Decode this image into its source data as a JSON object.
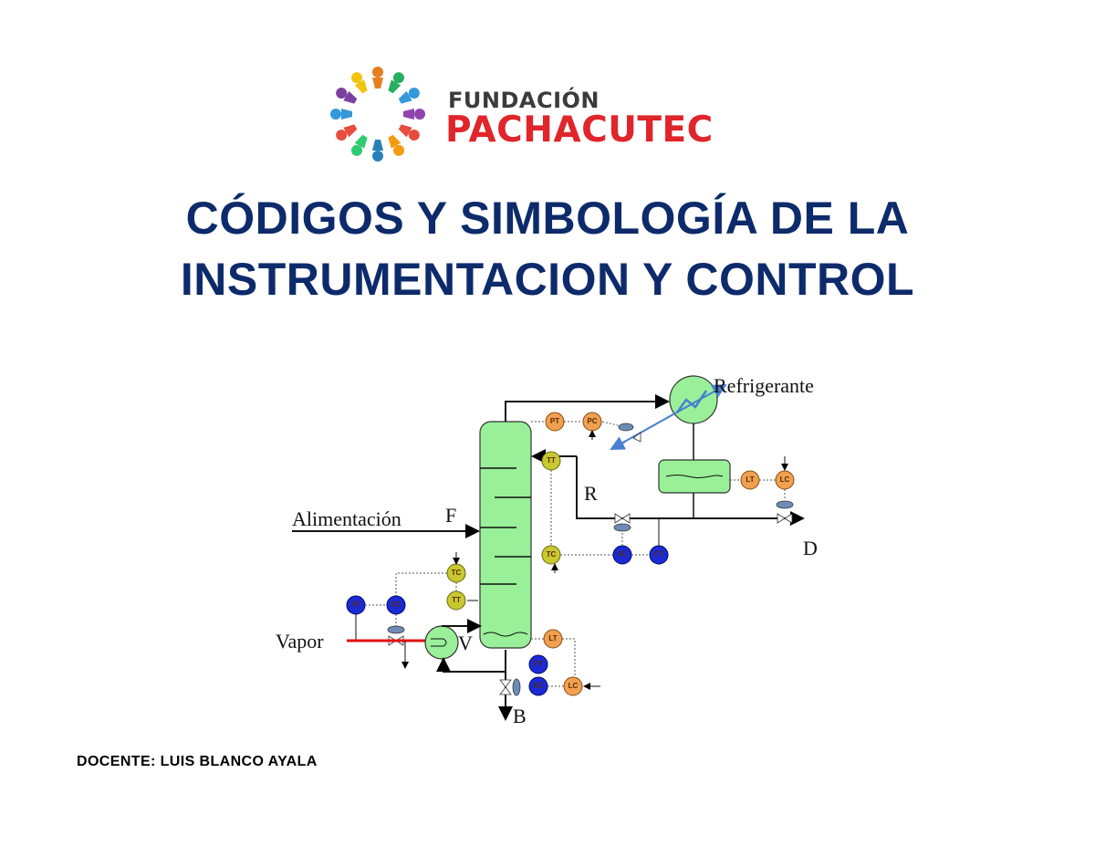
{
  "logo": {
    "line1": "FUNDACIÓN",
    "line2": "PACHACUTEC",
    "colors": [
      "#7b3fa0",
      "#f39c12",
      "#27ae60",
      "#e74c3c",
      "#3498db",
      "#2ecc71",
      "#8e44ad",
      "#e67e22"
    ]
  },
  "title": {
    "line1": "CÓDIGOS Y SIMBOLOGÍA DE LA",
    "line2": "INSTRUMENTACION Y CONTROL"
  },
  "diagram": {
    "labels": {
      "refrigerante": "Refrigerante",
      "alimentacion": "Alimentación",
      "f": "F",
      "r": "R",
      "d": "D",
      "vapor": "Vapor",
      "v": "V",
      "b": "B"
    },
    "instruments": {
      "pt": "PT",
      "pc": "PC",
      "tt_top": "TT",
      "tc_mid": "TC",
      "fc_r": "FC",
      "ft_r": "FT",
      "lt_drum": "LT",
      "lc_drum": "LC",
      "tc_bot": "TC",
      "tt_bot": "TT",
      "ft_steam": "FT",
      "fc_steam": "FC",
      "lt_bot": "LT",
      "ft_b": "FT",
      "fc_b": "FC",
      "lc_b": "LC"
    },
    "colors": {
      "orange": "#f0a050",
      "olive": "#c8c832",
      "blue": "#1a2ad6",
      "green": "#99f099",
      "steam": "#e01010",
      "coolant": "#4a7fd0"
    }
  },
  "footer": {
    "teacher": "DOCENTE: LUIS BLANCO AYALA"
  }
}
